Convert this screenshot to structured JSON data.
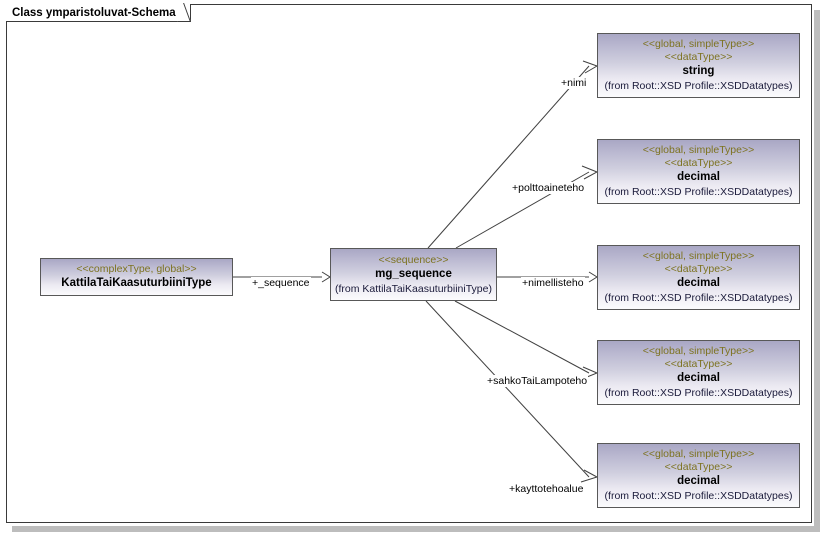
{
  "frame": {
    "title": "Class ymparistoluvat-Schema"
  },
  "colors": {
    "frame_border": "#3a3a3a",
    "box_border": "#585858",
    "stereotype_text": "#7d7320",
    "class_name_text": "#000000",
    "from_text": "#1a1a3a",
    "connector": "#404040",
    "shadow": "#bdbdbd",
    "box_gradient_top": "#a9a7c4",
    "box_gradient_bottom": "#fbfbfd",
    "canvas": "#ffffff"
  },
  "classes": {
    "complex_type": {
      "stereotype": "<<complexType, global>>",
      "name": "KattilaTaiKaasuturbiiniType"
    },
    "sequence": {
      "stereotype": "<<sequence>>",
      "name": "mg_sequence",
      "from": "(from KattilaTaiKaasuturbiiniType)"
    },
    "datatypes": [
      {
        "stereotype1": "<<global, simpleType>>",
        "stereotype2": "<<dataType>>",
        "name": "string",
        "from": "(from Root::XSD Profile::XSDDatatypes)"
      },
      {
        "stereotype1": "<<global, simpleType>>",
        "stereotype2": "<<dataType>>",
        "name": "decimal",
        "from": "(from Root::XSD Profile::XSDDatatypes)"
      },
      {
        "stereotype1": "<<global, simpleType>>",
        "stereotype2": "<<dataType>>",
        "name": "decimal",
        "from": "(from Root::XSD Profile::XSDDatatypes)"
      },
      {
        "stereotype1": "<<global, simpleType>>",
        "stereotype2": "<<dataType>>",
        "name": "decimal",
        "from": "(from Root::XSD Profile::XSDDatatypes)"
      },
      {
        "stereotype1": "<<global, simpleType>>",
        "stereotype2": "<<dataType>>",
        "name": "decimal",
        "from": "(from Root::XSD Profile::XSDDatatypes)"
      }
    ]
  },
  "edges": [
    {
      "label": "+_sequence"
    },
    {
      "label": "+nimi"
    },
    {
      "label": "+polttoaineteho"
    },
    {
      "label": "+nimellisteho"
    },
    {
      "label": "+sahkoTaiLampoteho"
    },
    {
      "label": "+kayttotehoalue"
    }
  ]
}
